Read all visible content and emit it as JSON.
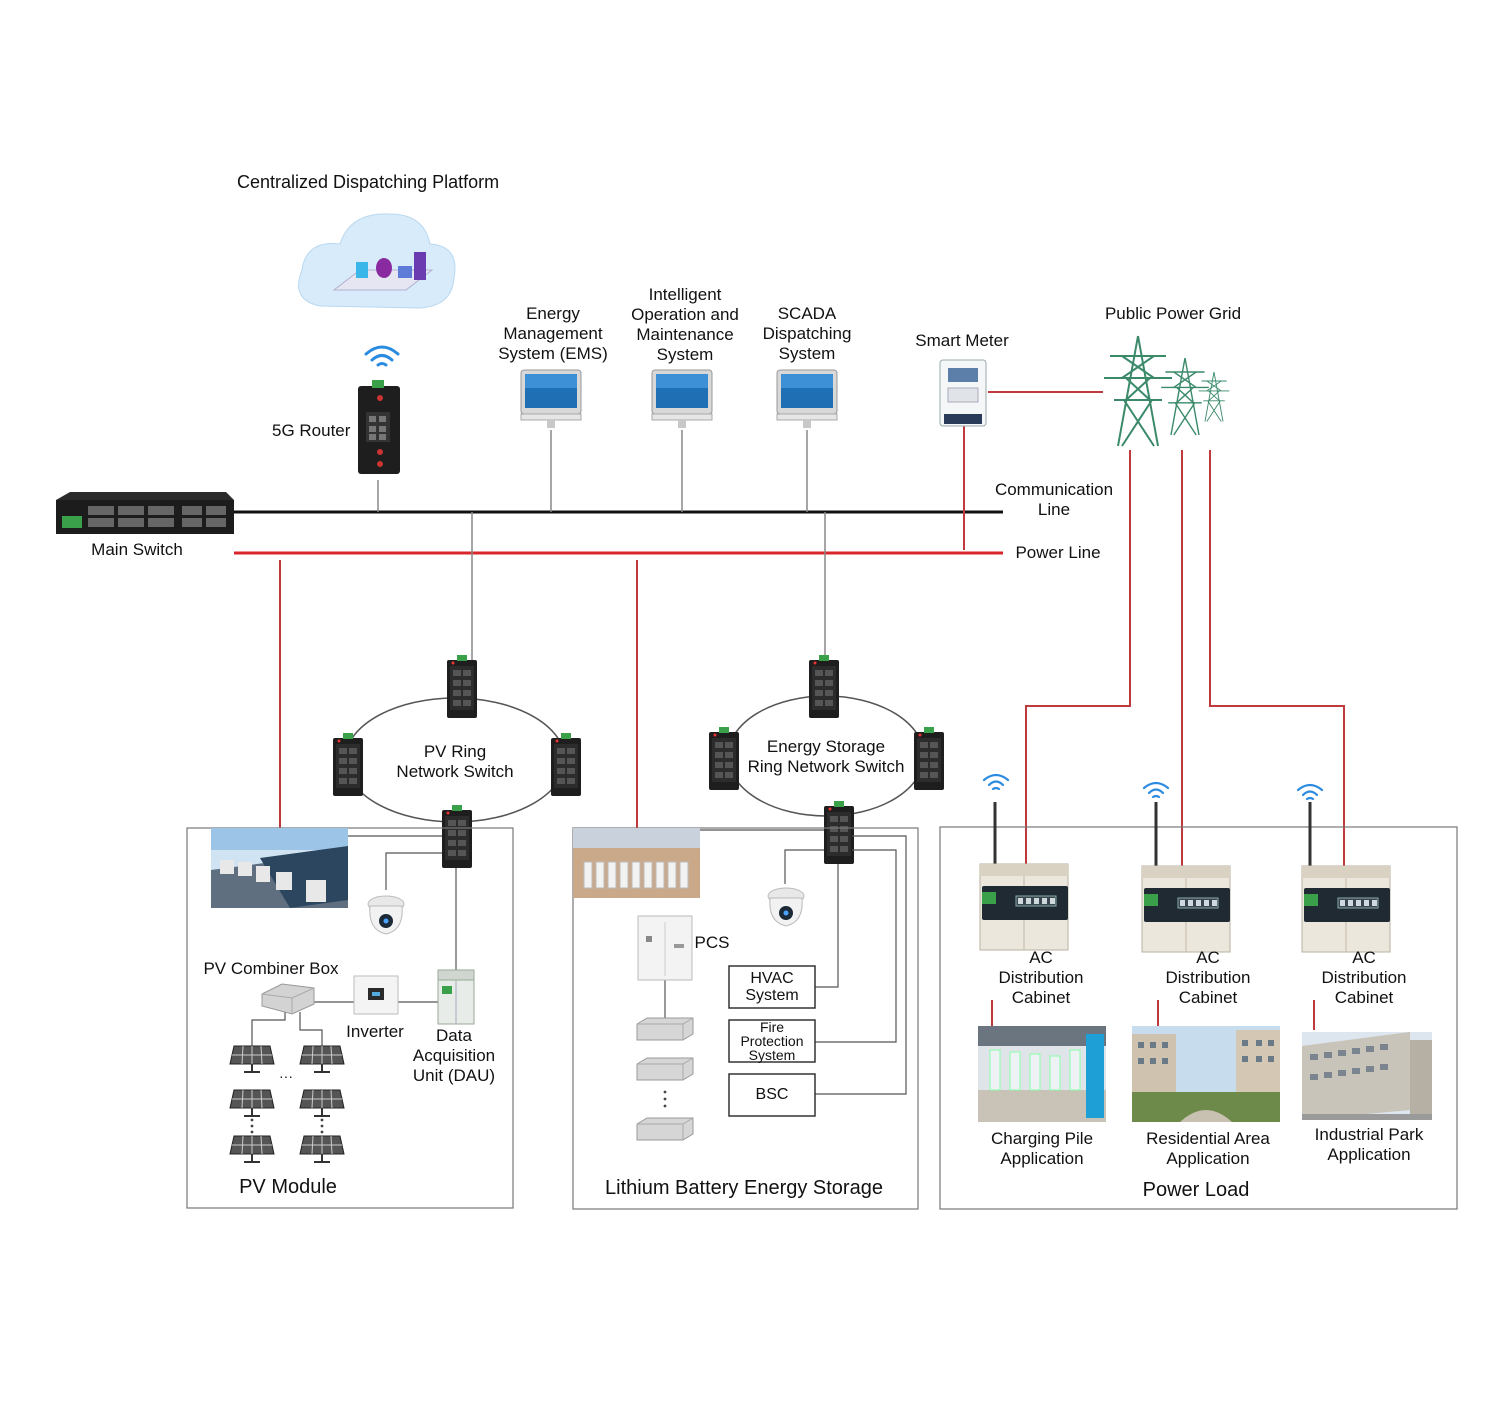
{
  "platform": {
    "title": "Centralized Dispatching Platform",
    "router": "5G Router"
  },
  "systems": {
    "ems": [
      "Energy",
      "Management",
      "System (EMS)"
    ],
    "iom": [
      "Intelligent",
      "Operation and",
      "Maintenance",
      "System"
    ],
    "scada": [
      "SCADA",
      "Dispatching",
      "System"
    ]
  },
  "grid": {
    "smart_meter": "Smart Meter",
    "public_grid": "Public Power Grid"
  },
  "lines": {
    "communication": [
      "Communication",
      "Line"
    ],
    "power": "Power Line"
  },
  "main_switch": "Main Switch",
  "rings": {
    "pv": [
      "PV Ring",
      "Network Switch"
    ],
    "storage": [
      "Energy Storage",
      "Ring Network Switch"
    ]
  },
  "pv": {
    "title": "PV Module",
    "combiner": "PV Combiner Box",
    "inverter": "Inverter",
    "dau": [
      "Data",
      "Acquisition",
      "Unit (DAU)"
    ],
    "dots": "···"
  },
  "storage": {
    "title": "Lithium Battery Energy Storage",
    "pcs": "PCS",
    "hvac": [
      "HVAC",
      "System"
    ],
    "fire": [
      "Fire",
      "Protection",
      "System"
    ],
    "bsc": "BSC"
  },
  "load": {
    "title": "Power Load",
    "cabinet": [
      "AC",
      "Distribution",
      "Cabinet"
    ],
    "charging": [
      "Charging Pile",
      "Application"
    ],
    "residential": [
      "Residential Area",
      "Application"
    ],
    "industrial": [
      "Industrial Park",
      "Application"
    ]
  },
  "colors": {
    "communication_line": "#111111",
    "power_line": "#d9262c",
    "thin_link": "#555555"
  },
  "icons": [
    "cloud-icon",
    "wifi-icon",
    "router-icon",
    "monitor-icon",
    "smart-meter-icon",
    "power-tower-icon",
    "network-switch-icon",
    "ring-switch-icon",
    "camera-icon",
    "solar-panel-icon",
    "combiner-box-icon",
    "inverter-icon",
    "dau-cabinet-icon",
    "pcs-cabinet-icon",
    "battery-module-icon",
    "distribution-cabinet-icon"
  ]
}
